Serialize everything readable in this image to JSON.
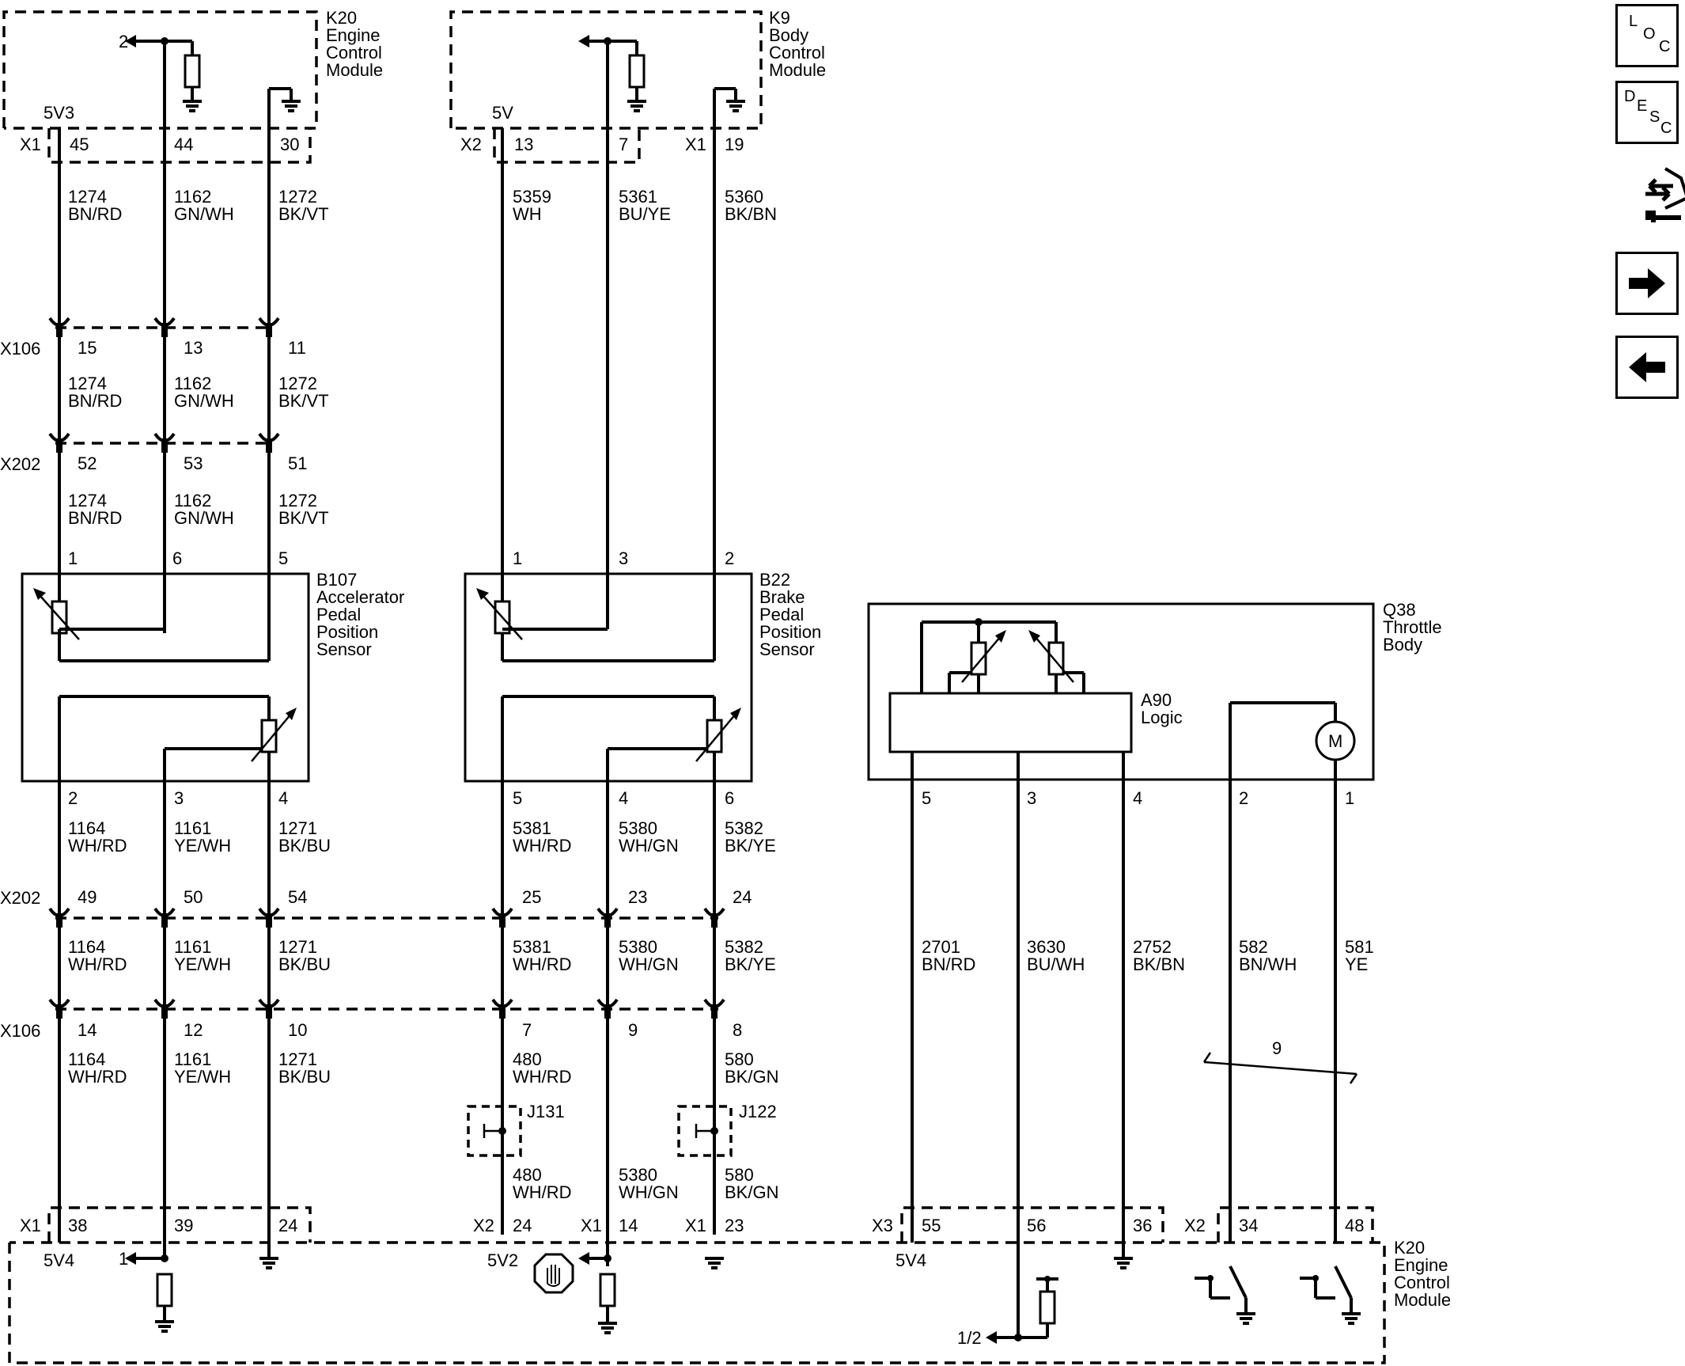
{
  "modules": {
    "k20_top": {
      "ref": "K20",
      "name": [
        "Engine",
        "Control",
        "Module"
      ]
    },
    "k9": {
      "ref": "K9",
      "name": [
        "Body",
        "Control",
        "Module"
      ]
    },
    "b107": {
      "ref": "B107",
      "name": [
        "Accelerator",
        "Pedal",
        "Position",
        "Sensor"
      ]
    },
    "b22": {
      "ref": "B22",
      "name": [
        "Brake",
        "Pedal",
        "Position",
        "Sensor"
      ]
    },
    "q38": {
      "ref": "Q38",
      "name": [
        "Throttle",
        "Body"
      ]
    },
    "a90": {
      "ref": "A90",
      "name": "Logic"
    },
    "k20_bottom": {
      "ref": "K20",
      "name": [
        "Engine",
        "Control",
        "Module"
      ]
    },
    "motor_symbol": "M"
  },
  "connectors": {
    "x1_top": "X1",
    "x2_top": "X2",
    "x1_k9": "X1",
    "x106_top": "X106",
    "x202_top": "X202",
    "x202_mid": "X202",
    "x106_bot": "X106",
    "x1_bot": "X1",
    "x2_bot": "X2",
    "x1_bot_b": "X1",
    "x1_bot_c": "X1",
    "x3_bot": "X3",
    "x2_bot_b": "X2"
  },
  "voltages": {
    "k20_top": "5V3",
    "k9": "5V",
    "k20_bot_a": "5V4",
    "k20_bot_b": "5V2",
    "k20_bot_c": "5V4"
  },
  "references": {
    "k20_top": "2",
    "k20_bot": "1",
    "k20_bot_c": "1/2",
    "twisted_pair": "9"
  },
  "pins": {
    "k20_top": [
      "45",
      "44",
      "30"
    ],
    "k9": [
      "13",
      "7",
      "19"
    ],
    "x106_top": [
      "15",
      "13",
      "11"
    ],
    "x202_top": [
      "52",
      "53",
      "51"
    ],
    "b107_top": [
      "1",
      "6",
      "5"
    ],
    "b22_top": [
      "1",
      "3",
      "2"
    ],
    "b107_bot": [
      "2",
      "3",
      "4"
    ],
    "b22_bot": [
      "5",
      "4",
      "6"
    ],
    "q38_bot": [
      "5",
      "3",
      "4",
      "2",
      "1"
    ],
    "x202_mid": [
      "49",
      "50",
      "54",
      "25",
      "23",
      "24"
    ],
    "x106_bot": [
      "14",
      "12",
      "10",
      "7",
      "9",
      "8"
    ],
    "k20_bot": [
      "38",
      "39",
      "24",
      "24",
      "14",
      "23",
      "55",
      "56",
      "36",
      "34",
      "48"
    ]
  },
  "wire_labels": {
    "seg1": [
      [
        "1274",
        "BN/RD"
      ],
      [
        "1162",
        "GN/WH"
      ],
      [
        "1272",
        "BK/VT"
      ],
      [
        "5359",
        "WH"
      ],
      [
        "5361",
        "BU/YE"
      ],
      [
        "5360",
        "BK/BN"
      ]
    ],
    "seg2": [
      [
        "1274",
        "BN/RD"
      ],
      [
        "1162",
        "GN/WH"
      ],
      [
        "1272",
        "BK/VT"
      ]
    ],
    "seg3": [
      [
        "1274",
        "BN/RD"
      ],
      [
        "1162",
        "GN/WH"
      ],
      [
        "1272",
        "BK/VT"
      ]
    ],
    "seg4": [
      [
        "1164",
        "WH/RD"
      ],
      [
        "1161",
        "YE/WH"
      ],
      [
        "1271",
        "BK/BU"
      ],
      [
        "5381",
        "WH/RD"
      ],
      [
        "5380",
        "WH/GN"
      ],
      [
        "5382",
        "BK/YE"
      ]
    ],
    "seg5": [
      [
        "1164",
        "WH/RD"
      ],
      [
        "1161",
        "YE/WH"
      ],
      [
        "1271",
        "BK/BU"
      ],
      [
        "5381",
        "WH/RD"
      ],
      [
        "5380",
        "WH/GN"
      ],
      [
        "5382",
        "BK/YE"
      ],
      [
        "2701",
        "BN/RD"
      ],
      [
        "3630",
        "BU/WH"
      ],
      [
        "2752",
        "BK/BN"
      ],
      [
        "582",
        "BN/WH"
      ],
      [
        "581",
        "YE"
      ]
    ],
    "seg6": [
      [
        "1164",
        "WH/RD"
      ],
      [
        "1161",
        "YE/WH"
      ],
      [
        "1271",
        "BK/BU"
      ],
      [
        "480",
        "WH/RD"
      ],
      [
        "580",
        "BK/GN"
      ]
    ],
    "seg7": [
      [
        "480",
        "WH/RD"
      ],
      [
        "5380",
        "WH/GN"
      ],
      [
        "580",
        "BK/GN"
      ]
    ]
  },
  "splices": {
    "j131": "J131",
    "j122": "J122"
  },
  "nav": {
    "loc": [
      "L",
      "O",
      "C"
    ],
    "desc": [
      "D",
      "E",
      "S",
      "C"
    ],
    "icons": [
      "connector-icon",
      "arrow-right-icon",
      "arrow-left-icon"
    ]
  }
}
